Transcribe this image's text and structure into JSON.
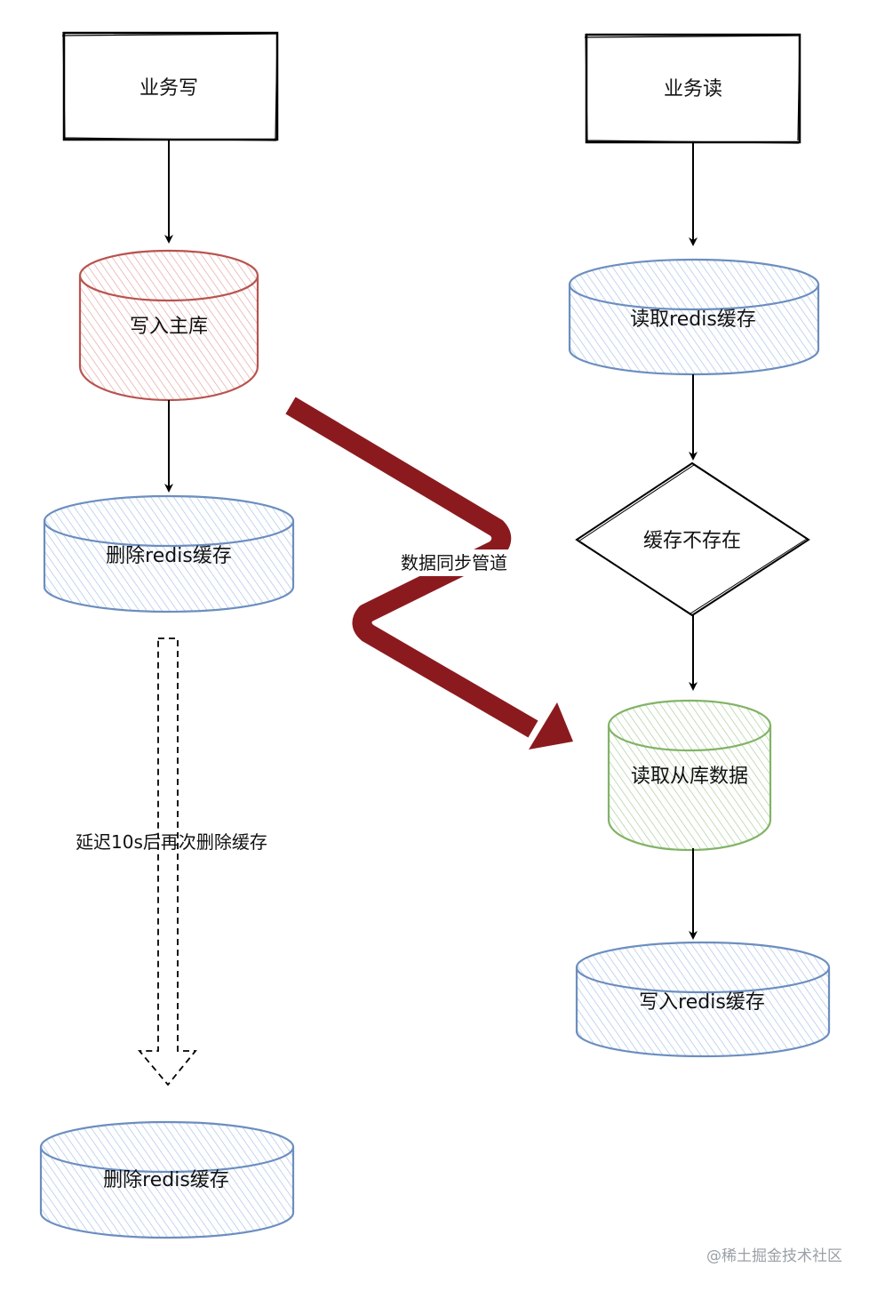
{
  "colors": {
    "red_stroke": "#b85450",
    "red_fill": "#f8cecc",
    "blue_stroke": "#6c8ebf",
    "blue_fill": "#dae8fc",
    "green_stroke": "#82b366",
    "green_fill": "#d5e8d4",
    "pipe_color": "#8b1a1f",
    "line": "#000000"
  },
  "nodes": {
    "write_start": "业务写",
    "write_master": "写入主库",
    "delete_cache_1": "删除redis缓存",
    "delete_cache_2": "删除redis缓存",
    "read_start": "业务读",
    "read_cache": "读取redis缓存",
    "cache_miss": "缓存不存在",
    "read_slave": "读取从库数据",
    "write_cache": "写入redis缓存"
  },
  "edges": {
    "delay_label": "延迟10s后再次删除缓存",
    "sync_label": "数据同步管道"
  },
  "watermark": "@稀土掘金技术社区"
}
